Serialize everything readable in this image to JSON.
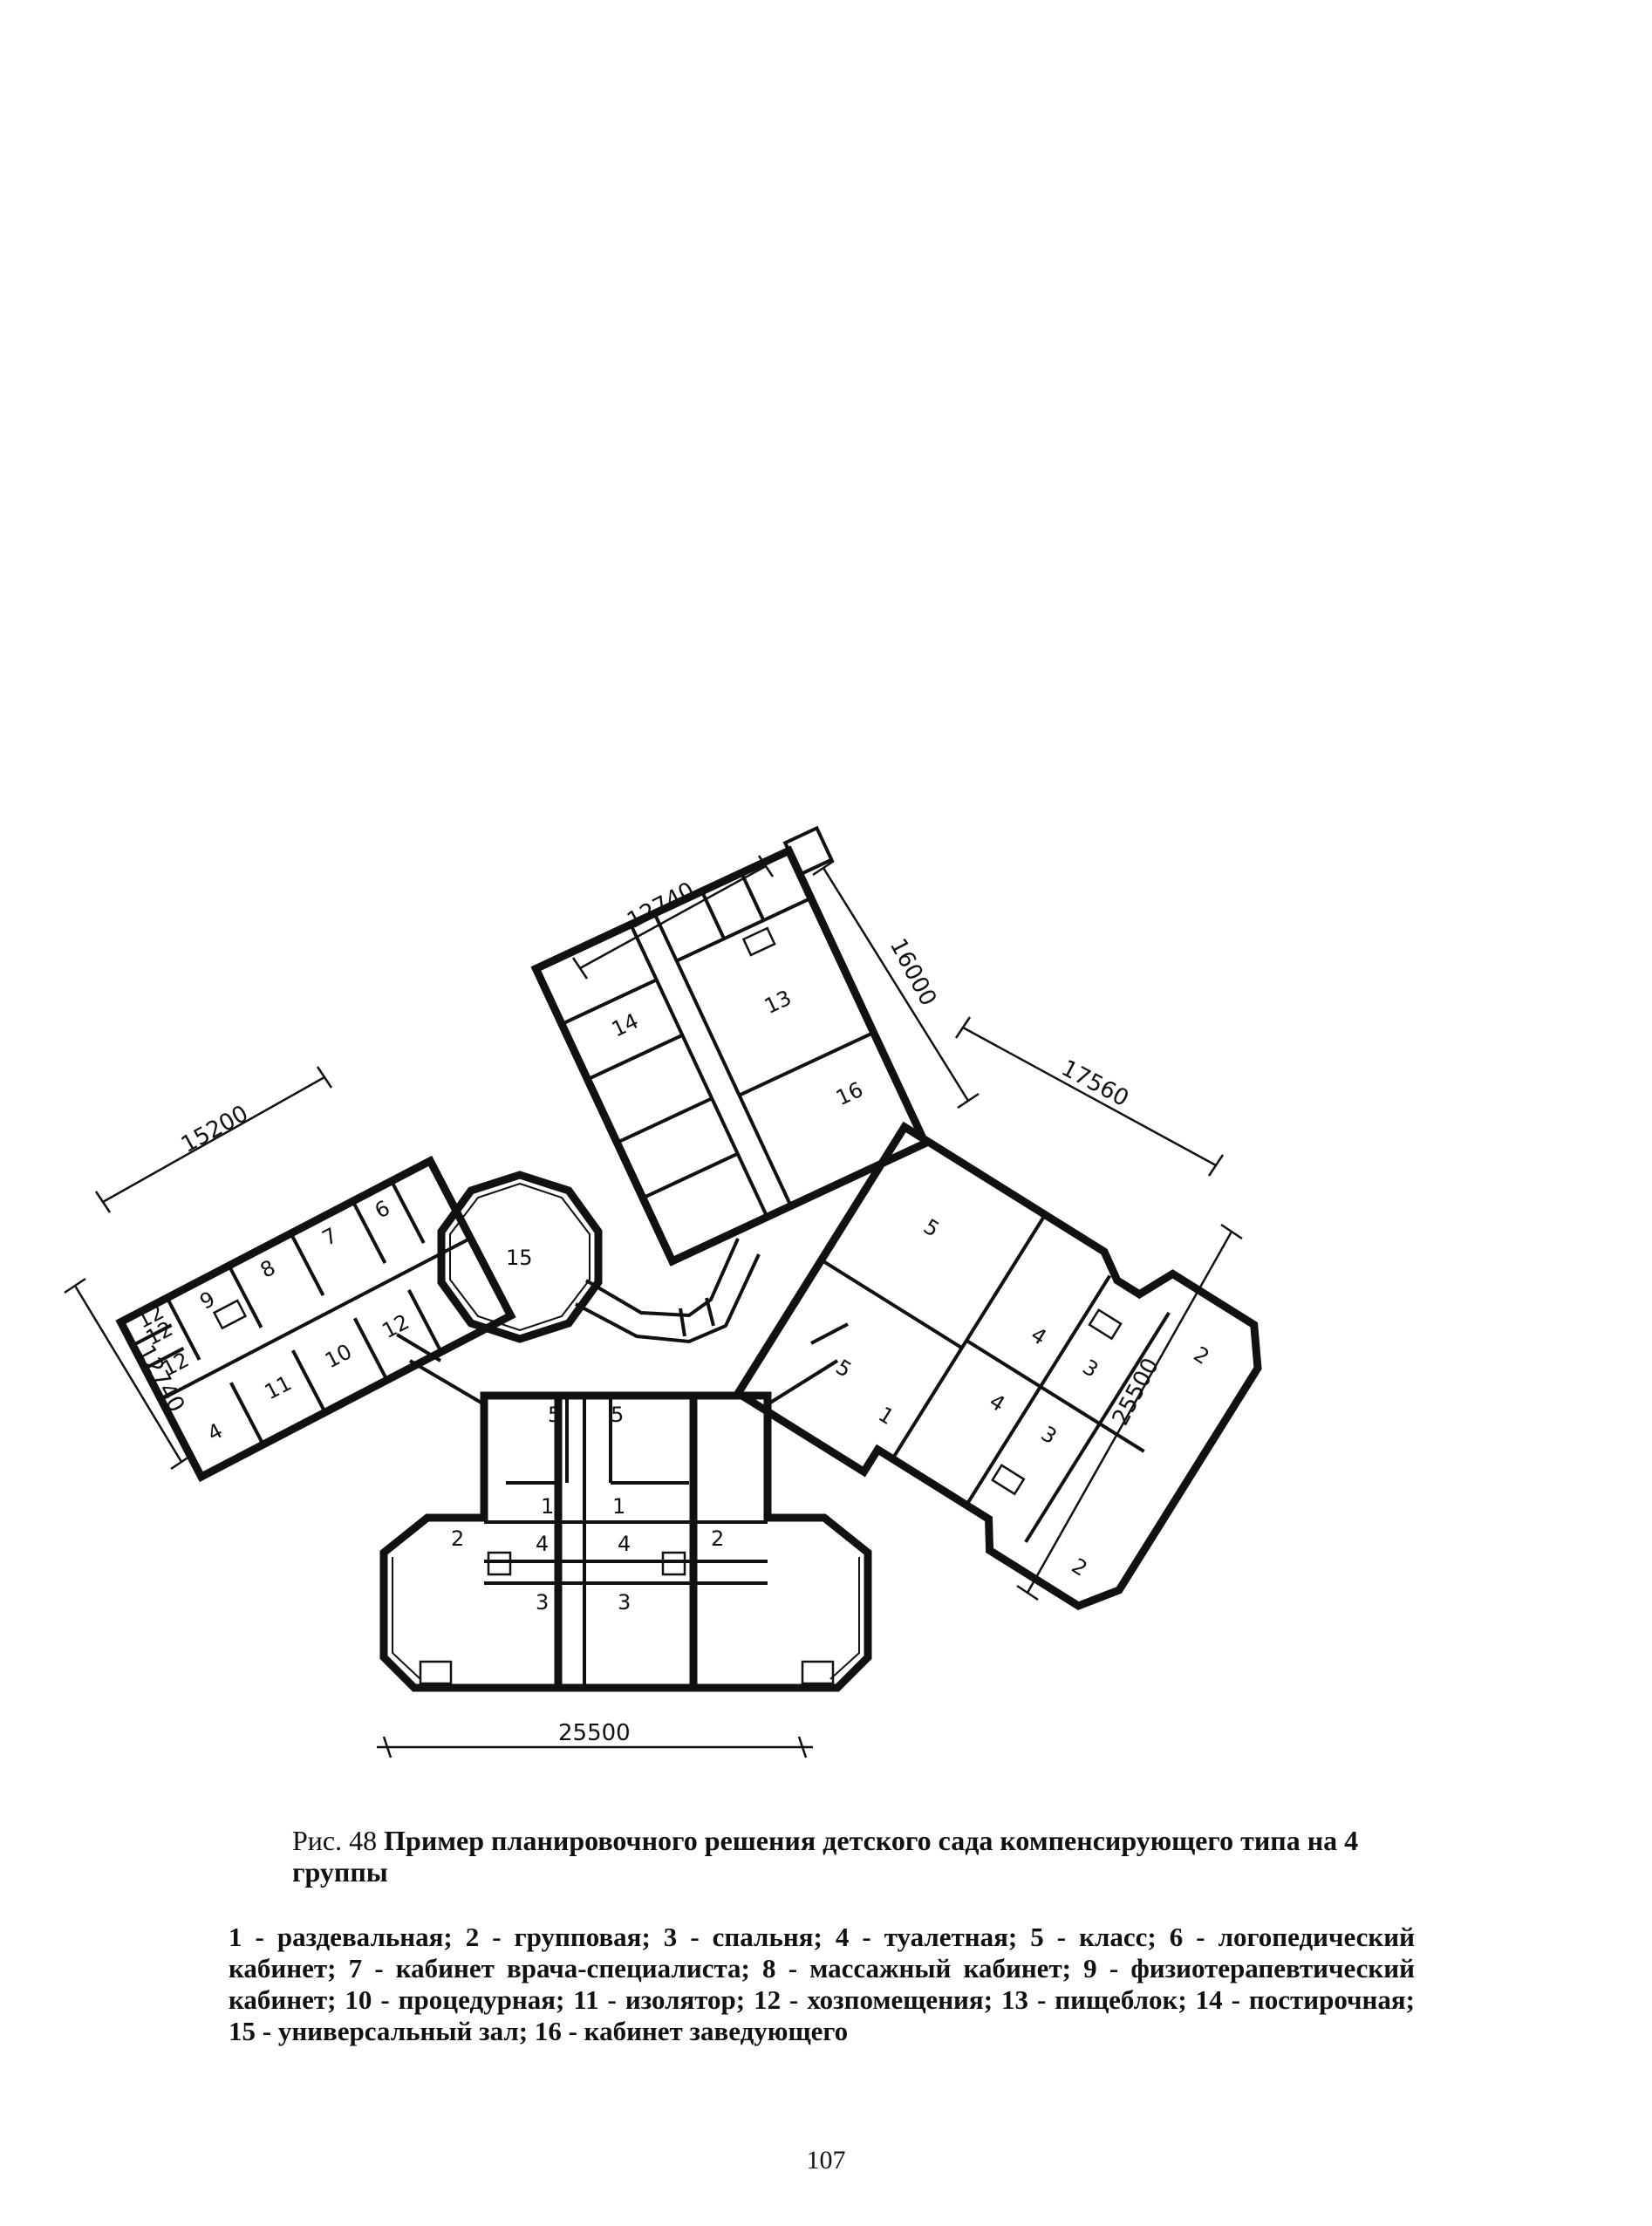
{
  "caption": {
    "prefix": "Рис.",
    "number": "48",
    "title": "Пример планировочного решения детского сада компенсирующего типа на 4 группы"
  },
  "legend": "1 - раздевальная; 2 - групповая; 3 - спальня; 4 - туалетная; 5 - класс; 6 - логопедический кабинет; 7 - кабинет врача-специалиста; 8 - массажный кабинет; 9 - физиотерапевтический кабинет; 10 - процедурная; 11 - изолятор; 12 - хозпомещения; 13 - пищеблок; 14 - постирочная; 15 - универсальный зал; 16 - кабинет заведующего",
  "page_number": "107",
  "dimensions": {
    "left_wing_length": "15200",
    "left_wing_width": "12740",
    "top_wing_length": "12740",
    "top_wing_width": "16000",
    "right_wing_width": "17560",
    "right_wing_length": "25500",
    "bottom_wing_length": "25500"
  },
  "room_labels": {
    "r1": "1",
    "r2": "2",
    "r3": "3",
    "r4": "4",
    "r5": "5",
    "r6": "6",
    "r7": "7",
    "r8": "8",
    "r9": "9",
    "r10": "10",
    "r11": "11",
    "r12": "12",
    "r13": "13",
    "r14": "14",
    "r15": "15",
    "r16": "16"
  }
}
